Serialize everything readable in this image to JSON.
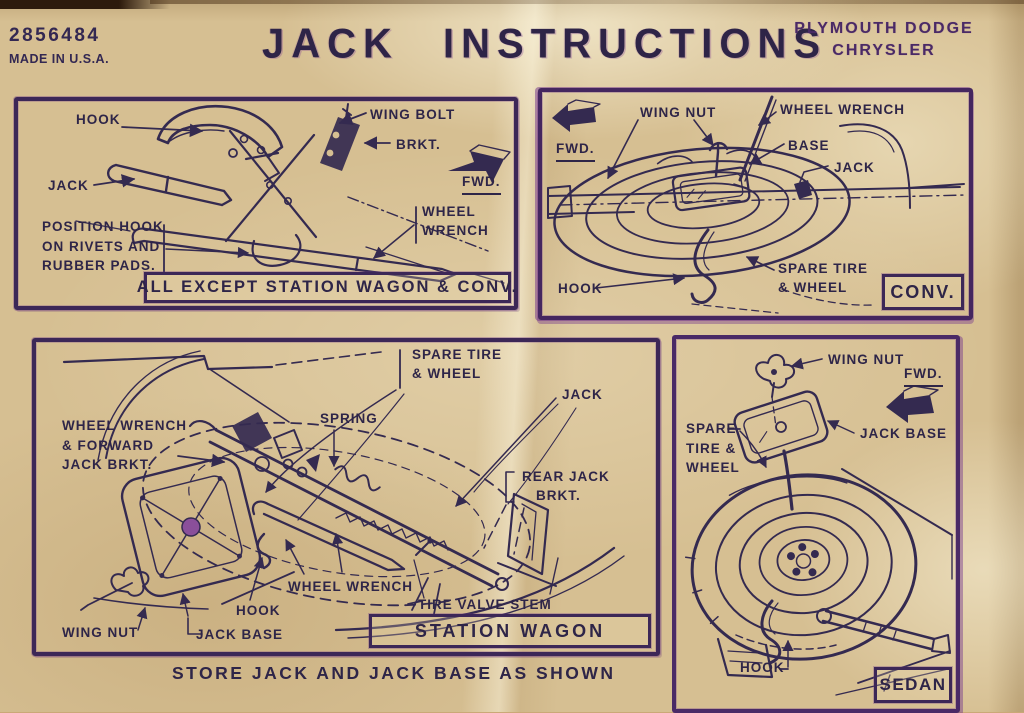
{
  "header": {
    "part_number": "2856484",
    "made_in": "MADE IN U.S.A.",
    "title": "JACK INSTRUCTIONS",
    "brands": [
      "PLYMOUTH DODGE",
      "CHRYSLER"
    ]
  },
  "footer": {
    "note": "STORE JACK AND JACK BASE AS SHOWN"
  },
  "colors": {
    "paper": "#d6bf92",
    "ink": "#2e2548",
    "stamp_purple": "#6b3d85"
  },
  "panels": [
    {
      "name": "all-except-station-wagon-and-conv",
      "caption": "ALL EXCEPT STATION WAGON & CONV.",
      "labels": [
        {
          "name": "hook",
          "lines": [
            "HOOK"
          ]
        },
        {
          "name": "jack",
          "lines": [
            "JACK"
          ]
        },
        {
          "name": "position-hook-note",
          "lines": [
            "POSITION HOOK",
            "ON RIVETS AND",
            "RUBBER PADS."
          ]
        },
        {
          "name": "wing-bolt",
          "lines": [
            "WING BOLT"
          ]
        },
        {
          "name": "brkt",
          "lines": [
            "BRKT."
          ]
        },
        {
          "name": "fwd",
          "lines": [
            "FWD."
          ]
        },
        {
          "name": "wheel-wrench",
          "lines": [
            "WHEEL",
            "WRENCH"
          ]
        }
      ]
    },
    {
      "name": "conv",
      "caption": "CONV.",
      "labels": [
        {
          "name": "fwd",
          "lines": [
            "FWD."
          ]
        },
        {
          "name": "wing-nut",
          "lines": [
            "WING NUT"
          ]
        },
        {
          "name": "wheel-wrench",
          "lines": [
            "WHEEL WRENCH"
          ]
        },
        {
          "name": "base",
          "lines": [
            "BASE"
          ]
        },
        {
          "name": "jack",
          "lines": [
            "JACK"
          ]
        },
        {
          "name": "hook",
          "lines": [
            "HOOK"
          ]
        },
        {
          "name": "spare-tire-and-wheel",
          "lines": [
            "SPARE TIRE",
            "& WHEEL"
          ]
        }
      ]
    },
    {
      "name": "station-wagon",
      "caption": "STATION WAGON",
      "labels": [
        {
          "name": "spare-tire-and-wheel",
          "lines": [
            "SPARE TIRE",
            "& WHEEL"
          ]
        },
        {
          "name": "jack",
          "lines": [
            "JACK"
          ]
        },
        {
          "name": "wheel-wrench-and-forward-jack-brkt",
          "lines": [
            "WHEEL WRENCH",
            "& FORWARD",
            "JACK BRKT."
          ]
        },
        {
          "name": "spring",
          "lines": [
            "SPRING"
          ]
        },
        {
          "name": "rear-jack-brkt",
          "lines": [
            "REAR JACK",
            "BRKT."
          ]
        },
        {
          "name": "wheel-wrench",
          "lines": [
            "WHEEL WRENCH"
          ]
        },
        {
          "name": "hook",
          "lines": [
            "HOOK"
          ]
        },
        {
          "name": "jack-base",
          "lines": [
            "JACK BASE"
          ]
        },
        {
          "name": "wing-nut",
          "lines": [
            "WING NUT"
          ]
        },
        {
          "name": "tire-valve-stem",
          "lines": [
            "TIRE VALVE STEM"
          ]
        }
      ]
    },
    {
      "name": "sedan",
      "caption": "SEDAN",
      "labels": [
        {
          "name": "wing-nut",
          "lines": [
            "WING NUT"
          ]
        },
        {
          "name": "fwd",
          "lines": [
            "FWD."
          ]
        },
        {
          "name": "spare-tire-and-wheel",
          "lines": [
            "SPARE",
            "TIRE &",
            "WHEEL"
          ]
        },
        {
          "name": "jack-base",
          "lines": [
            "JACK BASE"
          ]
        },
        {
          "name": "hook",
          "lines": [
            "HOOK"
          ]
        }
      ]
    }
  ]
}
